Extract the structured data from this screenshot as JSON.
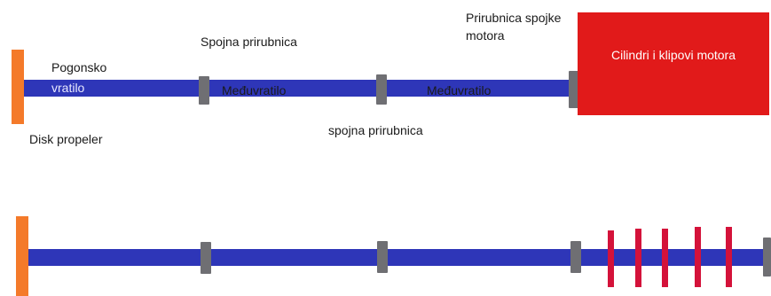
{
  "top": {
    "labels": {
      "propeller_disk": "Disk propeler",
      "drive_shaft_line1": "Pogonsko",
      "drive_shaft_line2": "vratilo",
      "coupling_flange_upper": "Spojna prirubnica",
      "coupling_flange_lower": "spojna prirubnica",
      "intermediate_shaft_1": "Međuvratilo",
      "intermediate_shaft_2": "Međuvratilo",
      "engine_flange_line1": "Prirubnica spojke",
      "engine_flange_line2": "motora",
      "engine_block": "Cilindri i klipovi motora"
    }
  },
  "colors": {
    "shaft": "#2e36b8",
    "propeller": "#f47a2a",
    "flange": "#6f6f73",
    "engine": "#e11a1a",
    "cylinder_disc": "#d4123a"
  },
  "bottom": {
    "cylinder_disc_count": 5
  }
}
